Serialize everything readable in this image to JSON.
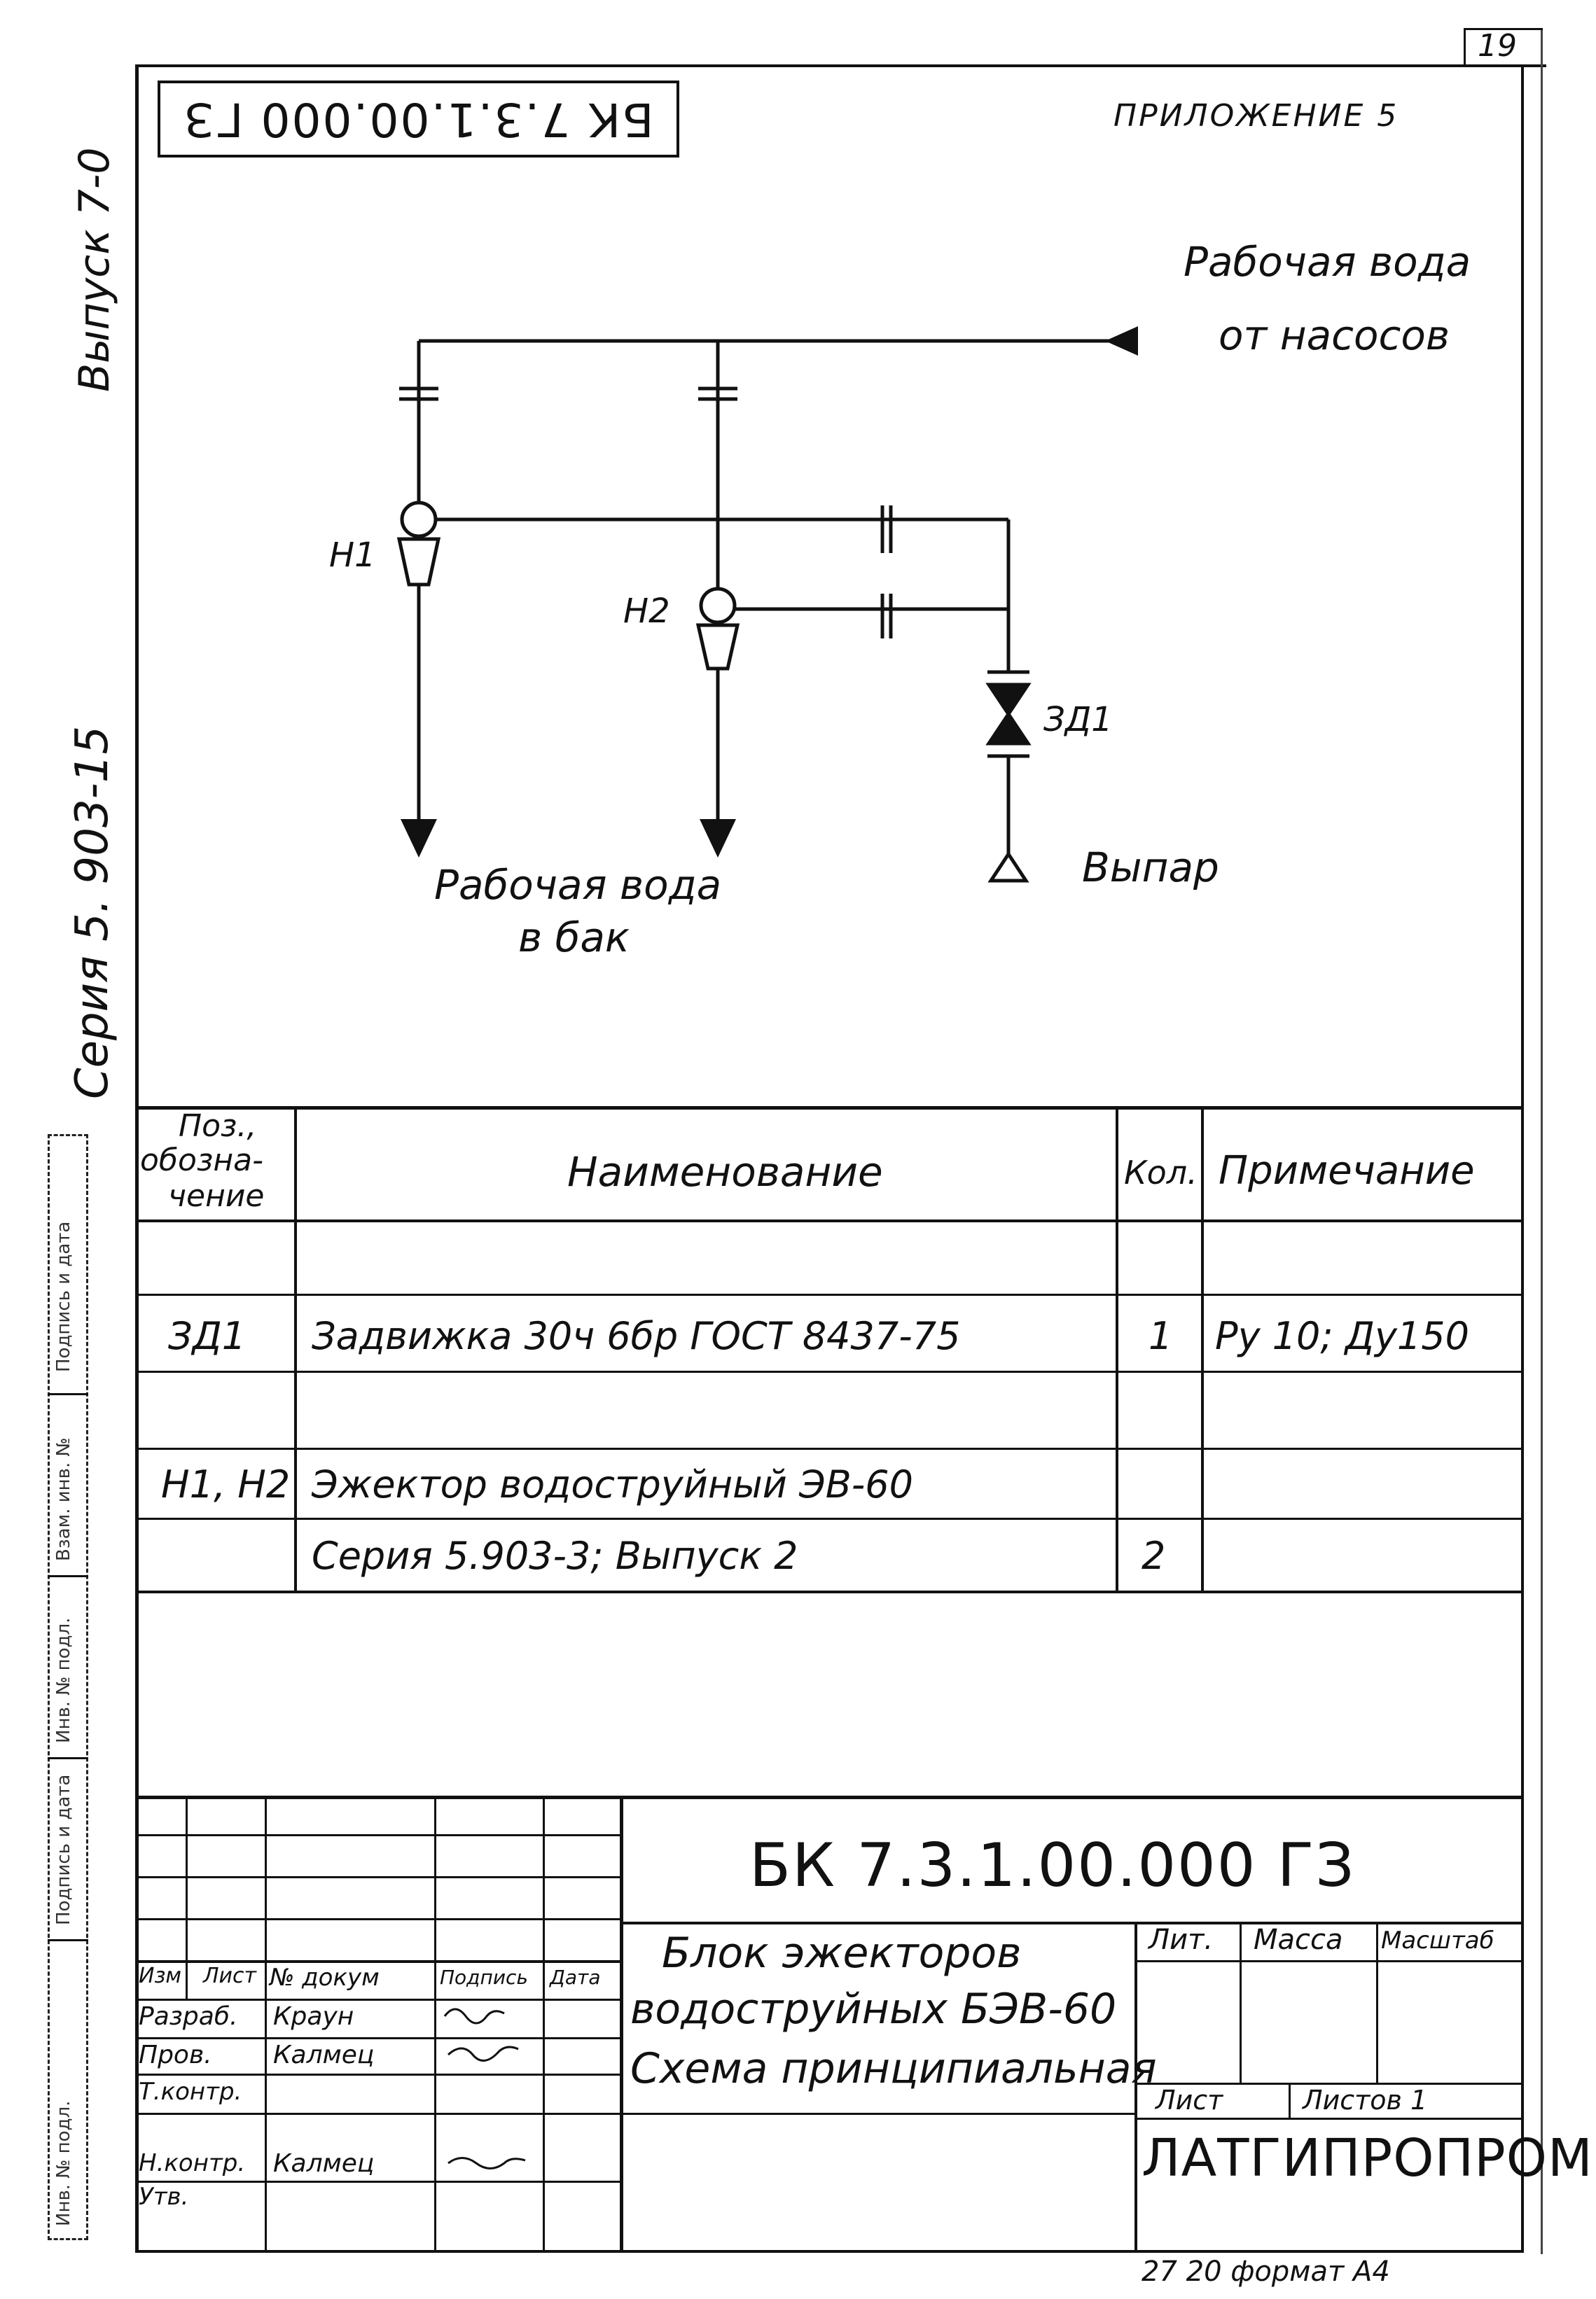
{
  "page_number": "19",
  "appendix": "ПРИЛОЖЕНИЕ 5",
  "doc_code_mirrored": "БК 7.3.1.00.000 ГЗ",
  "side": {
    "vypusk": "Выпуск 7-0",
    "seriya": "Серия 5. 903-15",
    "stamp_1": "Подпись и дата",
    "stamp_2": "Взам. инв. №",
    "stamp_3": "Инв. № подл.",
    "stamp_4": "Подпись и дата",
    "stamp_5": "Инв. № подл."
  },
  "diagram": {
    "inlet_label_1": "Рабочая вода",
    "inlet_label_2": "от насосов",
    "h1": "Н1",
    "h2": "Н2",
    "valve": "ЗД1",
    "outlet_label_1": "Рабочая вода",
    "outlet_label_2": "в бак",
    "exhaust": "Выпар"
  },
  "spec": {
    "header_pos_1": "Поз.,",
    "header_pos_2": "обозна-",
    "header_pos_3": "чение",
    "header_name": "Наименование",
    "header_qty": "Кол.",
    "header_note": "Примечание",
    "rows": [
      {
        "pos": "",
        "name": "",
        "qty": "",
        "note": ""
      },
      {
        "pos": "ЗД1",
        "name": "Задвижка 30ч 6бр   ГОСТ 8437-75",
        "qty": "1",
        "note": "Ру 10; Ду150"
      },
      {
        "pos": "",
        "name": "",
        "qty": "",
        "note": ""
      },
      {
        "pos": "Н1, Н2",
        "name": "Эжектор водоструйный ЭВ-60",
        "qty": "",
        "note": ""
      },
      {
        "pos": "",
        "name": "Серия 5.903-3; Выпуск 2",
        "qty": "2",
        "note": ""
      }
    ]
  },
  "title_block": {
    "code": "БК 7.3.1.00.000 ГЗ",
    "title_1": "Блок эжекторов",
    "title_2": "водоструйных БЭВ-60",
    "title_3": "Схема принципиальная",
    "col_izm": "Изм",
    "col_list": "Лист",
    "col_doc": "№ докум",
    "col_sign": "Подпись",
    "col_date": "Дата",
    "role_1": "Разраб.",
    "name_1": "Краун",
    "role_2": "Пров.",
    "name_2": "Калмец",
    "role_3": "Т.контр.",
    "role_4": "Н.контр.",
    "name_4": "Калмец",
    "role_5": "Утв.",
    "lit": "Лит.",
    "mass": "Масса",
    "scale": "Масштаб",
    "sheet": "Лист",
    "sheets": "Листов 1",
    "org": "ЛАТГИПРОПРОМ",
    "footer": "27 20 формат А4"
  }
}
